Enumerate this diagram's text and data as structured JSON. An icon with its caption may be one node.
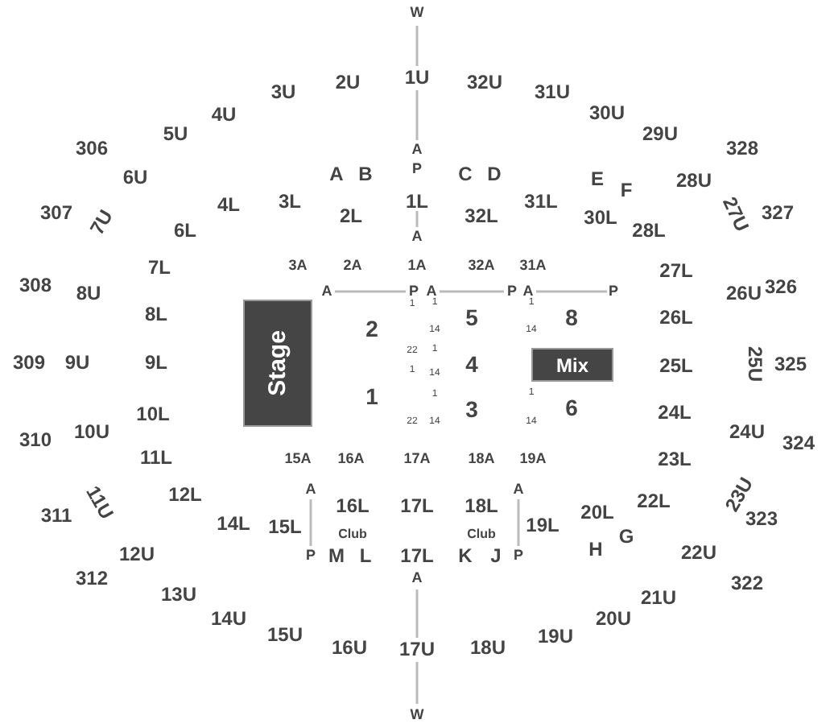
{
  "diagram": {
    "nodes": [
      {
        "text": [
          "Stage"
        ]
      },
      {
        "text": [
          "Mix"
        ]
      }
    ],
    "labels": [
      "W",
      "2U",
      "1U",
      "32U",
      "3U",
      "31U",
      "4U",
      "30U",
      "5U",
      "29U",
      "306",
      "A",
      "328",
      "6U",
      "A",
      "B",
      "P",
      "C",
      "D",
      "E",
      "F",
      "28U",
      "307",
      "7U",
      "6L",
      "4L",
      "3L",
      "2L",
      "1L",
      "A",
      "32L",
      "31L",
      "30L",
      "28L",
      "27U",
      "327",
      "7L",
      "3A",
      "2A",
      "1A",
      "32A",
      "31A",
      "27L",
      "308",
      "8U",
      "A",
      "P",
      "A",
      "P",
      "A",
      "P",
      "26U",
      "326",
      "1",
      "1",
      "1",
      "8L",
      "2",
      "14",
      "5",
      "14",
      "8",
      "26L",
      "309",
      "9U",
      "9L",
      "22",
      "1",
      "1",
      "14",
      "4",
      "25L",
      "25U",
      "325",
      "10L",
      "1",
      "22",
      "1",
      "14",
      "3",
      "1",
      "14",
      "6",
      "24L",
      "310",
      "10U",
      "24U",
      "324",
      "11L",
      "15A",
      "16A",
      "17A",
      "18A",
      "19A",
      "23L",
      "311",
      "11U",
      "12L",
      "14L",
      "15L",
      "A",
      "16L",
      "Club",
      "17L",
      "18L",
      "Club",
      "A",
      "19L",
      "20L",
      "G",
      "22L",
      "23U",
      "323",
      "12U",
      "P",
      "M",
      "L",
      "17L",
      "K",
      "J",
      "P",
      "H",
      "22U",
      "312",
      "13U",
      "A",
      "21U",
      "322",
      "14U",
      "20U",
      "15U",
      "16U",
      "17U",
      "18U",
      "19U",
      "W"
    ]
  }
}
